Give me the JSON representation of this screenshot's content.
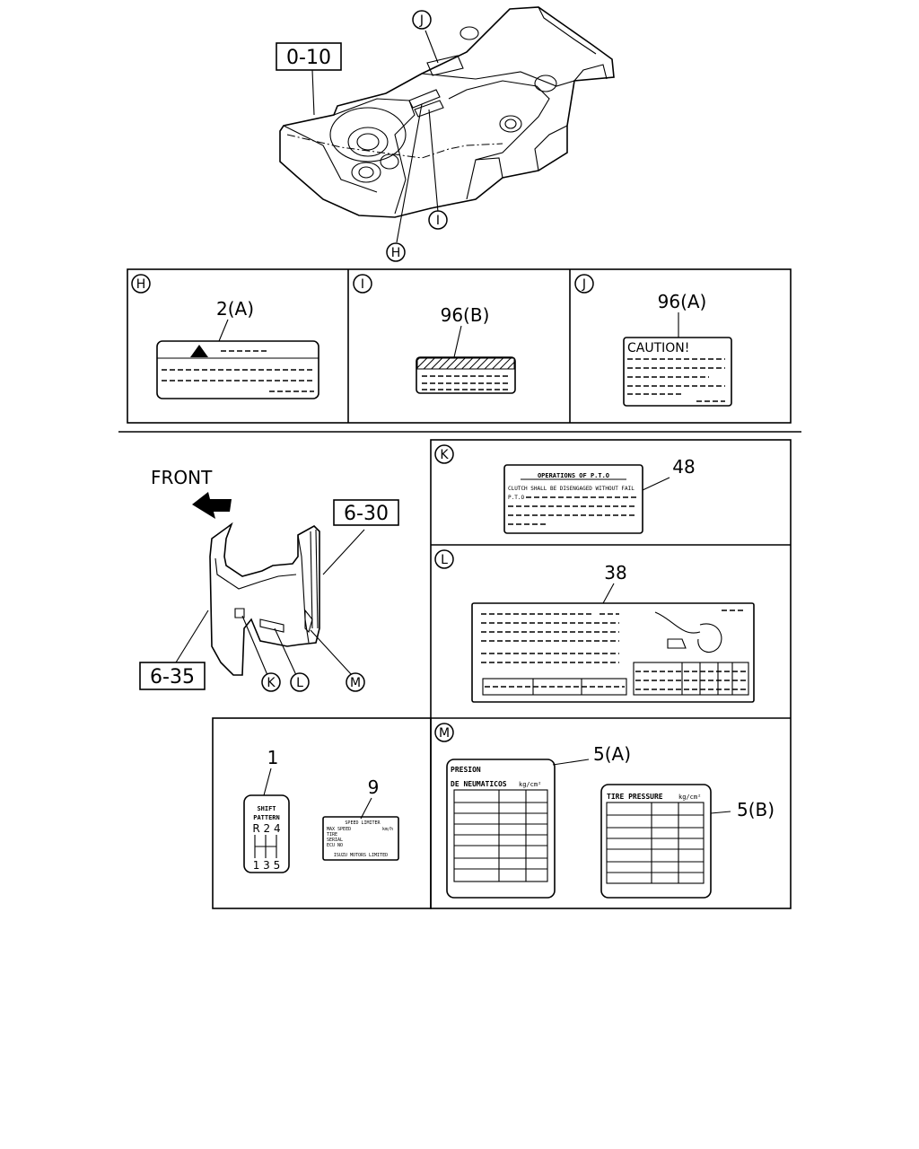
{
  "callouts": {
    "frame_part": "0-10",
    "bracket_right": "6-30",
    "bracket_left": "6-35"
  },
  "direction": {
    "label": "FRONT"
  },
  "markers": {
    "h": "H",
    "i": "I",
    "j": "J",
    "k": "K",
    "l": "L",
    "m": "M"
  },
  "panels": {
    "h": {
      "part": "2(A)",
      "warning_glyph": "warning-triangle-icon"
    },
    "i": {
      "part": "96(B)"
    },
    "j": {
      "part": "96(A)",
      "label_heading": "CAUTION!"
    },
    "k": {
      "part": "48",
      "label_title": "OPERATIONS OF P.T.O",
      "line_1": "CLUTCH SHALL BE DISENGAGED WITHOUT FAIL",
      "line_2": "P.T.O"
    },
    "l": {
      "part": "38"
    },
    "m": {
      "part_a": "5(A)",
      "part_a_heading_1": "PRESION",
      "part_a_heading_2": "DE NEUMATICOS",
      "part_a_unit": "kg/cm²",
      "part_b": "5(B)",
      "part_b_heading": "TIRE PRESSURE",
      "part_b_unit": "kg/cm²"
    },
    "shift": {
      "part": "1",
      "title_1": "SHIFT",
      "title_2": "PATTERN",
      "top_gears": "R 2 4",
      "bottom_gears": "1 3 5"
    },
    "speed": {
      "part": "9",
      "line_1": "SPEED LIMITER",
      "line_2": "MAX SPEED",
      "line_3": "TIRE",
      "line_4": "SERIAL",
      "line_5": "ECU NO",
      "unit": "km/h",
      "footer": "ISUZU MOTORS LIMITED"
    }
  }
}
